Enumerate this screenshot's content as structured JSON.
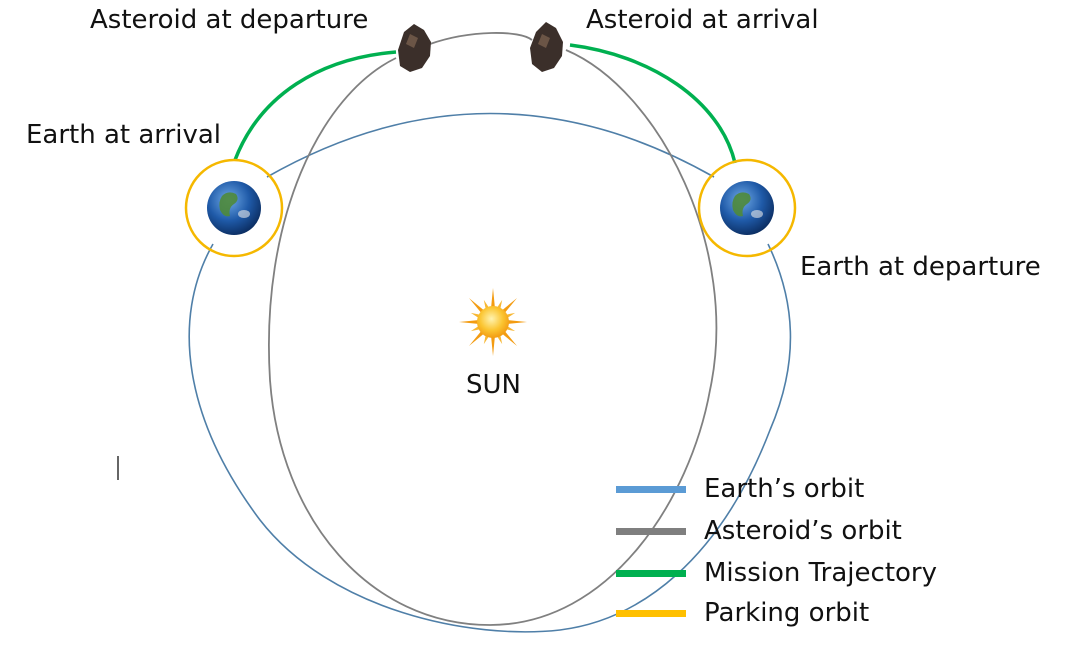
{
  "labels": {
    "asteroid_departure": "Asteroid at departure",
    "asteroid_arrival": "Asteroid at arrival",
    "earth_arrival": "Earth at arrival",
    "earth_departure": "Earth at departure",
    "sun": "SUN"
  },
  "legend": [
    {
      "label": "Earth’s orbit",
      "color": "#5b9bd5"
    },
    {
      "label": "Asteroid’s orbit",
      "color": "#7f7f7f"
    },
    {
      "label": "Mission Trajectory",
      "color": "#00b050"
    },
    {
      "label": "Parking orbit",
      "color": "#ffc000"
    }
  ],
  "colors": {
    "earth_orbit": "#4f7fa8",
    "asteroid_orbit": "#808080",
    "trajectory": "#00b050",
    "parking_orbit": "#f5b800",
    "sun_core": "#f7a81b",
    "sun_rays": "#f39c12",
    "asteroid": "#3b2f2a"
  }
}
